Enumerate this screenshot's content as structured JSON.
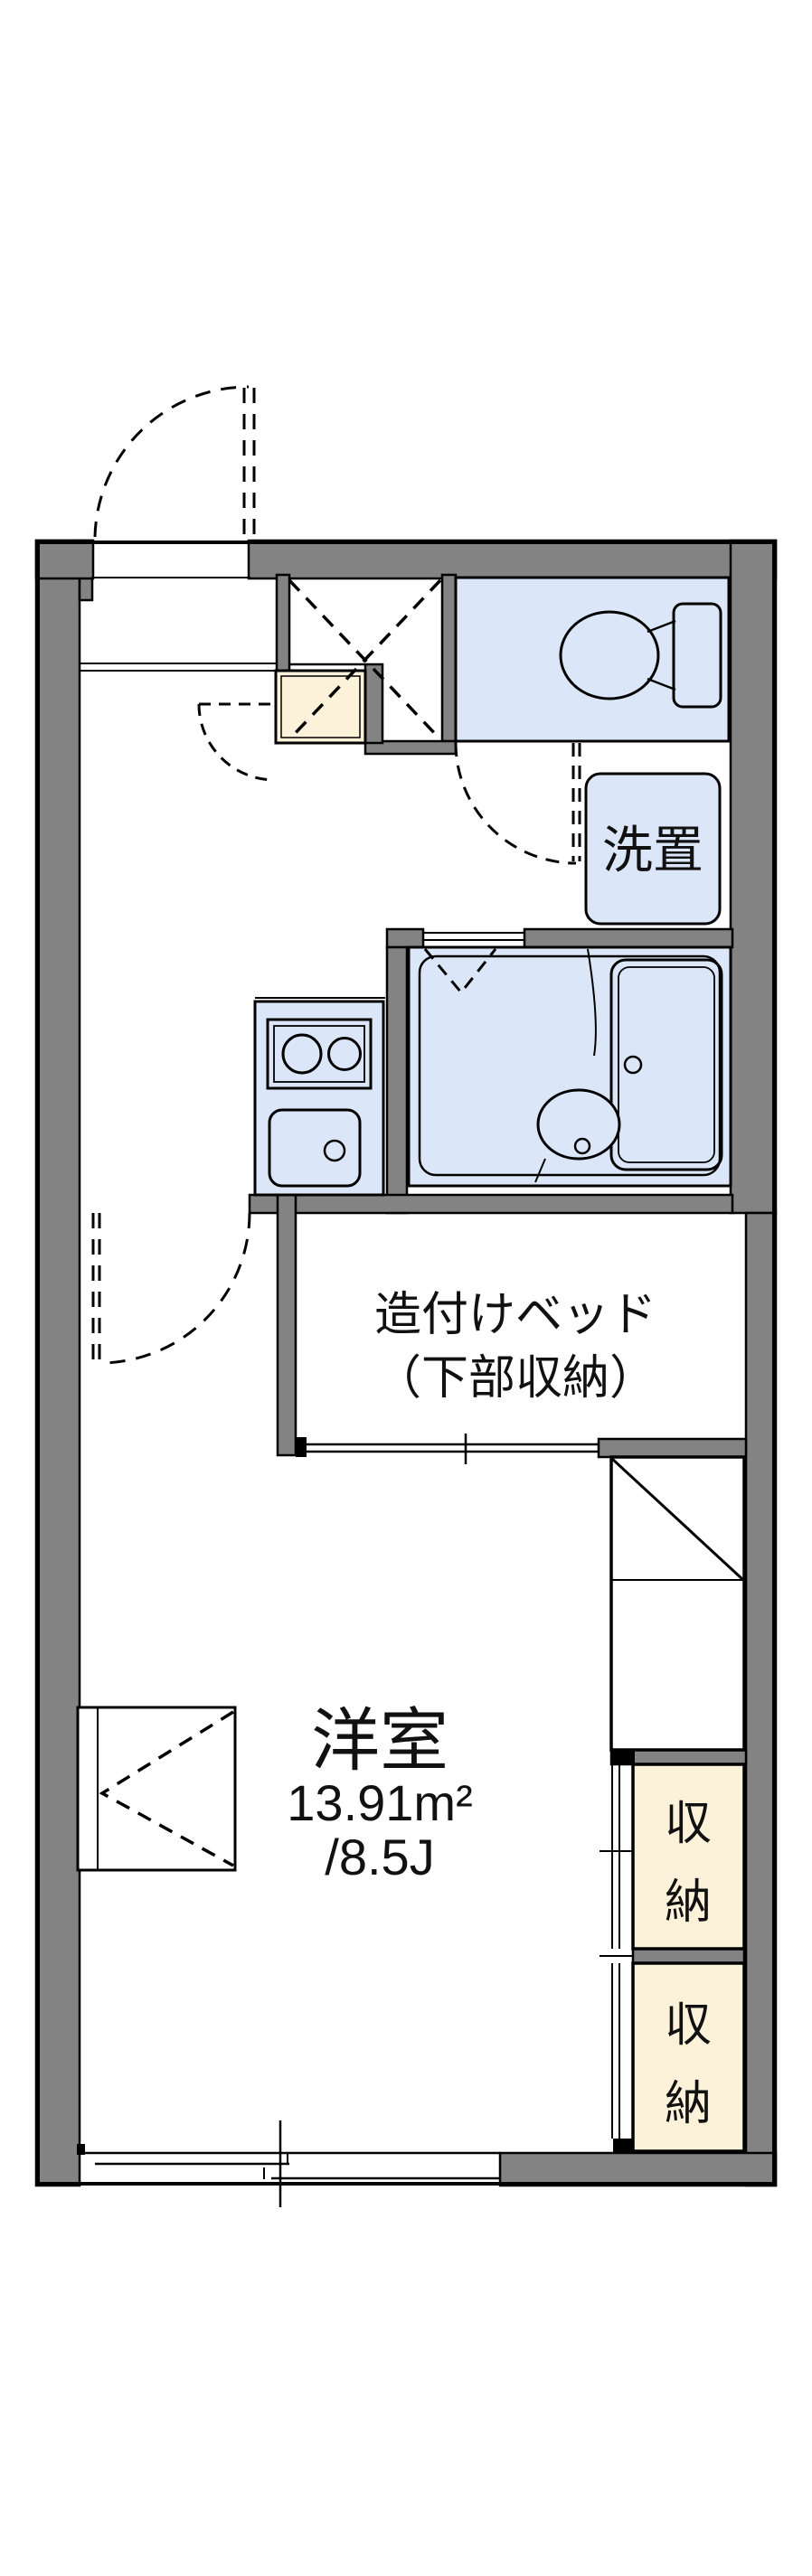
{
  "floorplan": {
    "rooms": {
      "western_room": {
        "name": "洋室",
        "area_sqm": "13.91m²",
        "area_tatami": "/8.5J"
      },
      "built_in_bed": {
        "label": "造付けベッド",
        "sublabel": "（下部収納）"
      },
      "laundry": {
        "label": "洗置"
      },
      "storage_upper": {
        "label": "収納",
        "chars": [
          "収",
          "納"
        ]
      },
      "storage_lower": {
        "label": "収納",
        "chars": [
          "収",
          "納"
        ]
      }
    },
    "colors": {
      "background": "#ffffff",
      "wall": "#838383",
      "outline": "#000000",
      "wet_area_fill": "#dbe7f8",
      "storage_fill": "#fcf2da"
    }
  }
}
